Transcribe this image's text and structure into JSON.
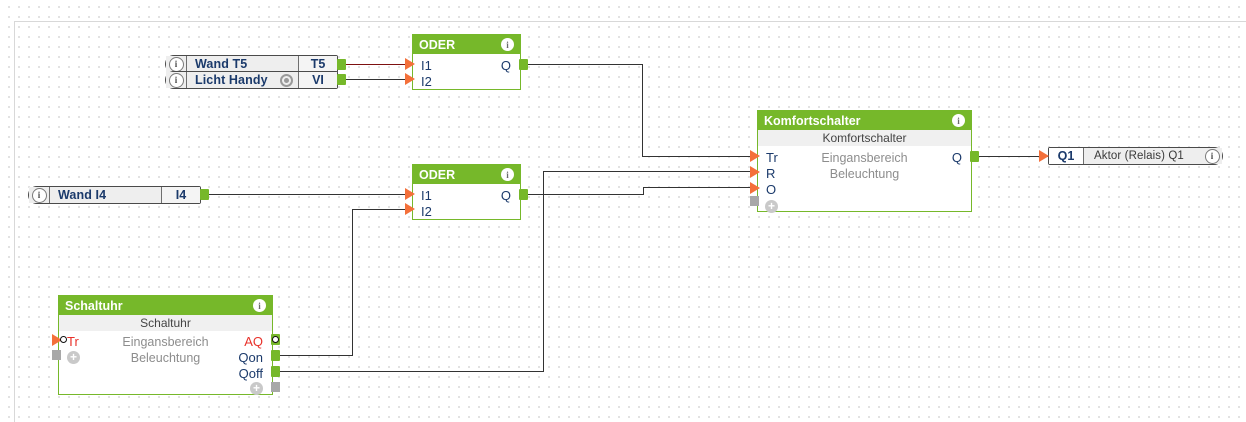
{
  "canvas": {
    "grid": "dot-grid",
    "background": "#ffffff",
    "accent_green": "#76b82a",
    "accent_orange": "#f4703a",
    "wire_color": "#333333",
    "wire_red": "#7d1010"
  },
  "inputs": [
    {
      "name": "wand-t5",
      "label": "Wand T5",
      "terminal": "T5",
      "info": "i"
    },
    {
      "name": "licht-handy",
      "label": "Licht Handy",
      "terminal": "VI",
      "info": "i",
      "icon": "ring-icon"
    },
    {
      "name": "wand-i4",
      "label": "Wand I4",
      "terminal": "I4",
      "info": "i"
    }
  ],
  "outputs": [
    {
      "name": "q1",
      "terminal": "Q1",
      "label": "Aktor (Relais) Q1",
      "info": "i"
    }
  ],
  "blocks": [
    {
      "name": "oder-1",
      "title": "ODER",
      "info": "i",
      "inputs": [
        "I1",
        "I2"
      ],
      "outputs": [
        "Q"
      ]
    },
    {
      "name": "oder-2",
      "title": "ODER",
      "info": "i",
      "inputs": [
        "I1",
        "I2"
      ],
      "outputs": [
        "Q"
      ]
    },
    {
      "name": "komfortschalter",
      "title": "Komfortschalter",
      "info": "i",
      "subtitle": "Komfortschalter",
      "lines": [
        "Eingansbereich",
        "Beleuchtung"
      ],
      "inputs": [
        "Tr",
        "R",
        "O"
      ],
      "outputs": [
        "Q"
      ],
      "add_label": "+"
    },
    {
      "name": "schaltuhr",
      "title": "Schaltuhr",
      "info": "i",
      "subtitle": "Schaltuhr",
      "lines": [
        "Eingansbereich",
        "Beleuchtung"
      ],
      "inputs": [
        "Tr"
      ],
      "outputs": [
        "AQ",
        "Qon",
        "Qoff"
      ],
      "add_label": "+"
    }
  ]
}
